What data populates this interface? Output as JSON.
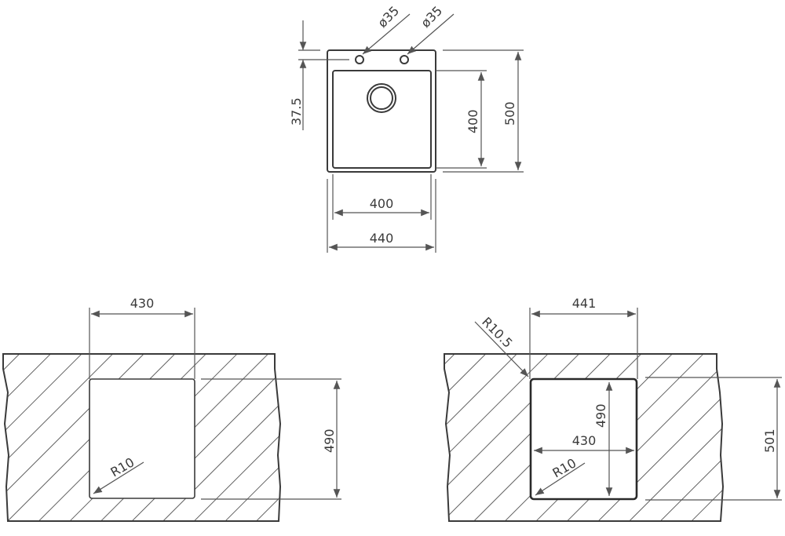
{
  "top_view": {
    "tap_hole_left": "ø35",
    "tap_hole_right": "ø35",
    "tap_offset": "37.5",
    "inner_height": "400",
    "outer_height": "500",
    "inner_width": "400",
    "outer_width": "440"
  },
  "cutout_left": {
    "width": "430",
    "height": "490",
    "corner_radius": "R10"
  },
  "cutout_right": {
    "outer_width": "441",
    "outer_height": "501",
    "inner_width": "430",
    "inner_height": "490",
    "outer_radius": "R10.5",
    "inner_radius": "R10"
  },
  "colors": {
    "line": "#3a3a3a",
    "dimension": "#555555",
    "background": "#ffffff"
  }
}
